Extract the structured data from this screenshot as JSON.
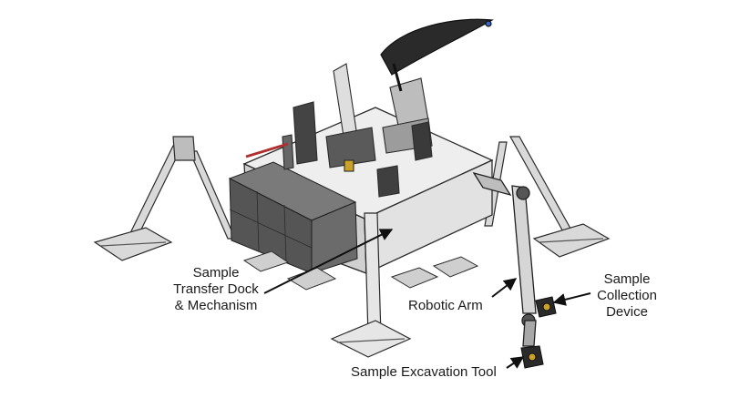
{
  "labels": {
    "transfer_dock": [
      "Sample",
      "Transfer Dock",
      "& Mechanism"
    ],
    "robotic_arm": "Robotic Arm",
    "collection_device": [
      "Sample",
      "Collection",
      "Device"
    ],
    "excavation_tool": "Sample Excavation Tool"
  },
  "colors": {
    "background": "#ffffff",
    "structure_light": "#e6e6e6",
    "structure_mid": "#c8c8c8",
    "structure_dark": "#4a4a4a",
    "outline": "#2b2b2b",
    "accent_red": "#b03030",
    "accent_yellow": "#c9a227"
  }
}
